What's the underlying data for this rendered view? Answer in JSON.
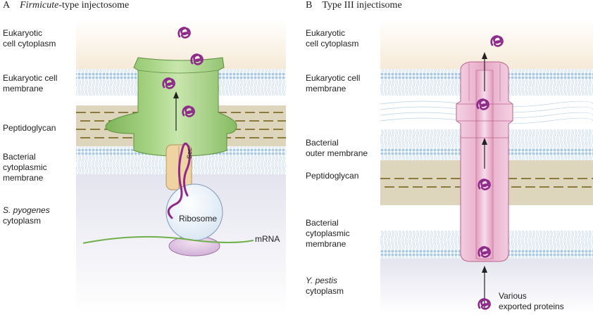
{
  "panel_a": {
    "letter": "A",
    "title_italic": "Firmicute",
    "title_rest": "-type injectosome",
    "labels": {
      "euk_cytoplasm_1": "Eukaryotic",
      "euk_cytoplasm_2": "cell cytoplasm",
      "euk_membrane_1": "Eukaryotic cell",
      "euk_membrane_2": "membrane",
      "peptidoglycan": "Peptidoglycan",
      "bact_cyto_mem_1": "Bacterial",
      "bact_cyto_mem_2": "cytoplasmic",
      "bact_cyto_mem_3": "membrane",
      "species": "S. pyogenes",
      "species_cytoplasm": "cytoplasm"
    },
    "sec_label": "Sec",
    "ribosome_label": "Ribosome",
    "mrna_label": "mRNA"
  },
  "panel_b": {
    "letter": "B",
    "title": "Type III injectisome",
    "labels": {
      "euk_cytoplasm_1": "Eukaryotic",
      "euk_cytoplasm_2": "cell cytoplasm",
      "euk_membrane_1": "Eukaryotic cell",
      "euk_membrane_2": "membrane",
      "outer_mem_1": "Bacterial",
      "outer_mem_2": "outer membrane",
      "peptidoglycan": "Peptidoglycan",
      "bact_cyto_mem_1": "Bacterial",
      "bact_cyto_mem_2": "cytoplasmic",
      "bact_cyto_mem_3": "membrane",
      "species": "Y. pestis",
      "species_cytoplasm": "cytoplasm"
    },
    "exported_1": "Various",
    "exported_2": "exported proteins"
  },
  "colors": {
    "protein": "#8e2a8a",
    "injectosome_green": "#9ccc78",
    "injectisome_pink": "#eab6cf",
    "peptidoglycan_band": "#ddd6bc",
    "membrane_blue": "#a9c9e2",
    "eukaryotic_cytoplasm": "#f6ead7",
    "bacterial_cytoplasm": "#e4e4ef",
    "sec_tan": "#efd3a3",
    "mrna_green": "#6fb04a"
  }
}
